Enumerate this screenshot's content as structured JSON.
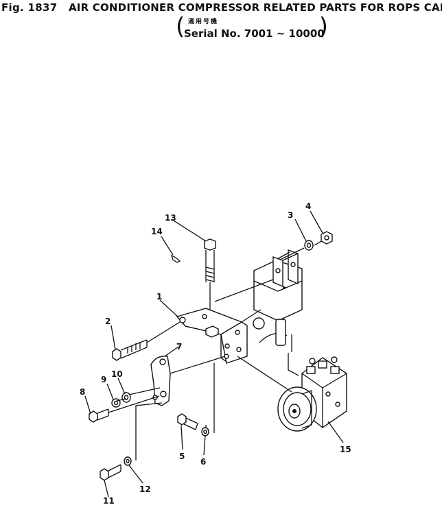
{
  "header": {
    "fig_label": "Fig. 1837",
    "title": "AIR CONDITIONER COMPRESSOR RELATED PARTS FOR ROPS CAB",
    "serial_jp": "適用号機",
    "serial": "Serial No. 7001 ~ 10000"
  },
  "callouts": [
    "1",
    "2",
    "3",
    "4",
    "5",
    "6",
    "7",
    "8",
    "9",
    "10",
    "11",
    "12",
    "13",
    "14",
    "15"
  ]
}
